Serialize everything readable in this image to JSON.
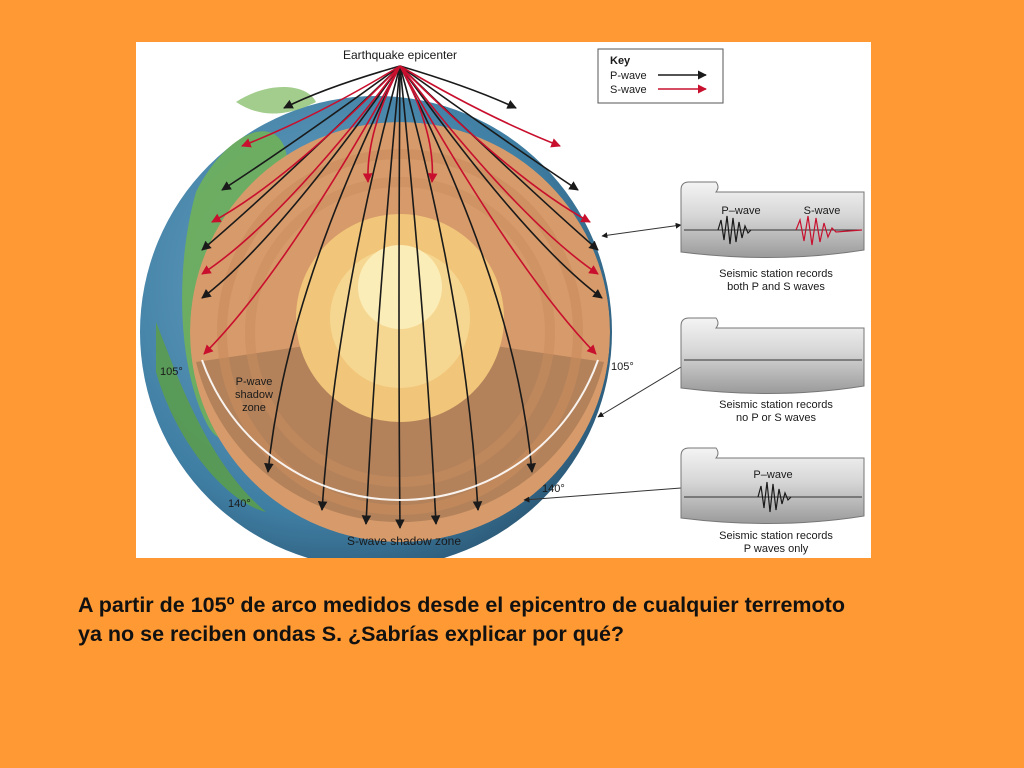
{
  "diagram": {
    "epicenter_label": "Earthquake epicenter",
    "key": {
      "title": "Key",
      "p_wave": "P-wave",
      "s_wave": "S-wave",
      "p_color": "#1a1a1a",
      "s_color": "#c8102e"
    },
    "angles": {
      "left_105": "105°",
      "right_105": "105°",
      "left_140": "140°",
      "right_140": "140°"
    },
    "p_shadow_zone": [
      "P-wave",
      "shadow",
      "zone"
    ],
    "s_shadow_zone": "S-wave shadow zone",
    "stations": [
      {
        "wave_labels": [
          "P–wave",
          "S-wave"
        ],
        "caption": [
          "Seismic station records",
          "both P and S waves"
        ]
      },
      {
        "wave_labels": [],
        "caption": [
          "Seismic station records",
          "no P or S waves"
        ]
      },
      {
        "wave_labels": [
          "P–wave"
        ],
        "caption": [
          "Seismic station records",
          "P waves only"
        ]
      }
    ]
  },
  "caption": {
    "line1": "A partir de 105º de arco medidos desde el epicentro de cualquier terremoto",
    "line2": "ya no se reciben ondas S. ¿Sabrías explicar por qué?"
  }
}
